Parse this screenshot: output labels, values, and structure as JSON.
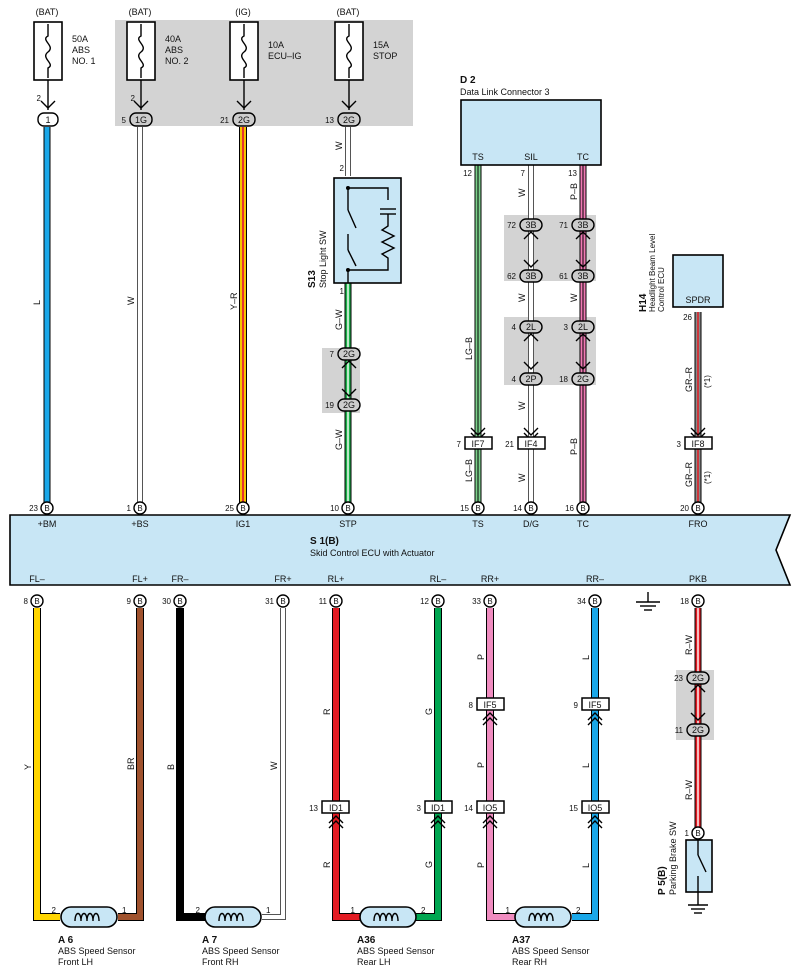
{
  "colors": {
    "L": "#1aa7e8",
    "W": "#ffffff",
    "YR": "#f5c200",
    "YR_stripe": "#e83030",
    "GW": "#1db24a",
    "LGB": "#7bd08b",
    "PB": "#f07ab4",
    "GRR": "#8a8a8a",
    "Y": "#ffd500",
    "BR": "#a0522d",
    "B": "#111111",
    "R": "#e31b23",
    "G": "#00a651",
    "P": "#f08cc0",
    "RW": "#e31b23",
    "ecu": "#c8e6f5",
    "shade": "#d3d3d3"
  },
  "fuses": [
    {
      "source": "(BAT)",
      "name": "50A\nABS\nNO. 1",
      "pin_top": "2",
      "conn": "1",
      "conn_pin": ""
    },
    {
      "source": "(BAT)",
      "name": "40A\nABS\nNO. 2",
      "pin_top": "2",
      "conn": "1G",
      "conn_pin": "5"
    },
    {
      "source": "(IG)",
      "name": "10A\nECU–IG",
      "pin_top": "",
      "conn": "2G",
      "conn_pin": "21"
    },
    {
      "source": "(BAT)",
      "name": "15A\nSTOP",
      "pin_top": "",
      "conn": "2G",
      "conn_pin": "13"
    }
  ],
  "dlc": {
    "id": "D 2",
    "name": "Data Link Connector 3",
    "pins": [
      "TS",
      "SIL",
      "TC"
    ],
    "pin_nums": [
      "12",
      "7",
      "13"
    ]
  },
  "stop_sw": {
    "id": "S13",
    "name": "Stop Light SW",
    "pin_in": "2",
    "pin_out": "1"
  },
  "headlight": {
    "id": "H14",
    "name": "Headlight Beam Level Control ECU",
    "pin": "SPDR",
    "pin_num": "26"
  },
  "ecu": {
    "id": "S 1(B)",
    "name": "Skid Control ECU with Actuator",
    "top_pins": [
      {
        "num": "23",
        "label": "+BM"
      },
      {
        "num": "1",
        "label": "+BS"
      },
      {
        "num": "25",
        "label": "IG1"
      },
      {
        "num": "10",
        "label": "STP"
      },
      {
        "num": "15",
        "label": "TS"
      },
      {
        "num": "14",
        "label": "D/G"
      },
      {
        "num": "16",
        "label": "TC"
      },
      {
        "num": "20",
        "label": "FRO"
      }
    ],
    "bottom_pins": [
      {
        "num": "8",
        "label": "FL–"
      },
      {
        "num": "9",
        "label": "FL+"
      },
      {
        "num": "30",
        "label": "FR–"
      },
      {
        "num": "31",
        "label": "FR+"
      },
      {
        "num": "11",
        "label": "RL+"
      },
      {
        "num": "12",
        "label": "RL–"
      },
      {
        "num": "33",
        "label": "RR+"
      },
      {
        "num": "34",
        "label": "RR–"
      },
      {
        "num": "18",
        "label": "PKB"
      }
    ],
    "pin_letter": "B"
  },
  "wire_labels": {
    "L": "L",
    "W": "W",
    "YR": "Y–R",
    "GW": "G–W",
    "LGB": "LG–B",
    "PB": "P–B",
    "GRR": "GR–R",
    "note": "(*1)",
    "Y": "Y",
    "BR": "BR",
    "B": "B",
    "R": "R",
    "G": "G",
    "P": "P",
    "RW": "R–W"
  },
  "connectors": {
    "c7": "7",
    "c2G": "2G",
    "c19": "19",
    "c72": "72",
    "c3B": "3B",
    "c71": "71",
    "c62": "62",
    "c61": "61",
    "c4": "4",
    "c2L": "2L",
    "c3": "3",
    "c2P": "2P",
    "c18": "18",
    "c7b": "7",
    "IF7": "IF7",
    "c21": "21",
    "IF4": "IF4",
    "c3b": "3",
    "IF8": "IF8",
    "c8": "8",
    "IF5": "IF5",
    "c9": "9",
    "c13": "13",
    "ID1": "ID1",
    "c3c": "3",
    "c14": "14",
    "IO5": "IO5",
    "c15": "15",
    "c23": "23",
    "c11": "11",
    "c1": "1",
    "c2": "2"
  },
  "sensors": [
    {
      "id": "A 6",
      "line1": "ABS Speed Sensor",
      "line2": "Front LH"
    },
    {
      "id": "A 7",
      "line1": "ABS Speed Sensor",
      "line2": "Front RH"
    },
    {
      "id": "A36",
      "line1": "ABS Speed Sensor",
      "line2": "Rear LH"
    },
    {
      "id": "A37",
      "line1": "ABS Speed Sensor",
      "line2": "Rear RH"
    }
  ],
  "park_sw": {
    "id": "P 5(B)",
    "name": "Parking Brake SW",
    "pin": "1",
    "pin_letter": "B"
  }
}
